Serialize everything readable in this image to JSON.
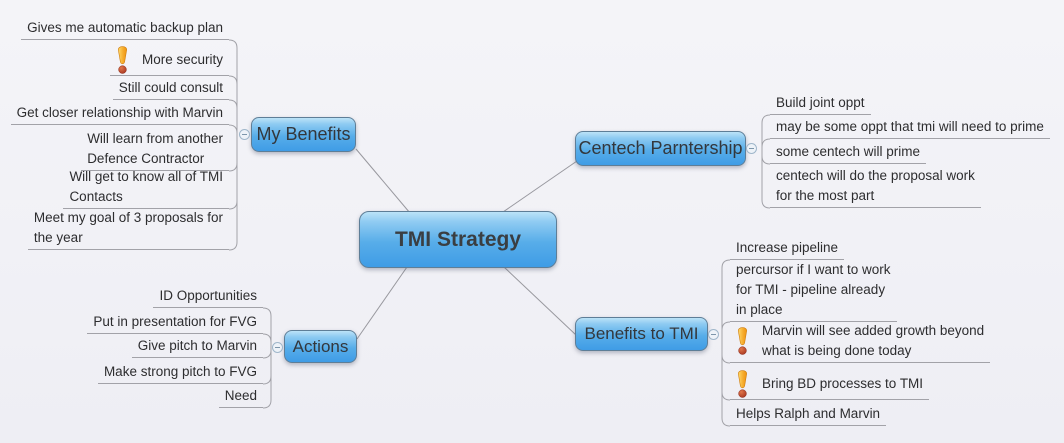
{
  "canvas": {
    "background": "#f1f1f6",
    "line_color": "#a2a2a8"
  },
  "icons": {
    "collapse_toggle": "minus-circle-icon",
    "priority_marker": "warning-exclamation-icon"
  },
  "colors": {
    "node_gradient_top": "#bce3f8",
    "node_gradient_bottom": "#3f9ce6",
    "node_border": "#5e7e97",
    "topic_text": "#2d2d2f",
    "warning_orange": "#f29a12",
    "warning_dot_red": "#a63b22"
  },
  "center": {
    "label": "TMI Strategy"
  },
  "branches": {
    "my_benefits": {
      "label": "My Benefits",
      "children": [
        {
          "text": "Gives me automatic backup plan"
        },
        {
          "text": "More security",
          "icon": "warning-icon"
        },
        {
          "text": "Still could consult"
        },
        {
          "text": "Get closer relationship with Marvin"
        },
        {
          "text": "Will learn from another\nDefence Contractor"
        },
        {
          "text": "Will get to know all of TMI\nContacts"
        },
        {
          "text": "Meet my goal of 3 proposals for\nthe year"
        }
      ]
    },
    "centech_partnership": {
      "label": "Centech Parntership",
      "children": [
        {
          "text": "Build joint oppt"
        },
        {
          "text": "may be some oppt that tmi will need to prime"
        },
        {
          "text": "some centech will prime"
        },
        {
          "text": "centech will do the proposal work\nfor the most part"
        }
      ]
    },
    "actions": {
      "label": "Actions",
      "children": [
        {
          "text": "ID Opportunities"
        },
        {
          "text": "Put in presentation for FVG"
        },
        {
          "text": "Give pitch to Marvin"
        },
        {
          "text": "Make strong pitch to FVG"
        },
        {
          "text": "Need"
        }
      ]
    },
    "benefits_to_tmi": {
      "label": "Benefits to TMI",
      "children": [
        {
          "text": "Increase pipeline"
        },
        {
          "text": "percursor if I want to work\nfor TMI - pipeline already\nin place"
        },
        {
          "text": "Marvin will see added growth beyond\nwhat is being done today",
          "icon": "warning-icon"
        },
        {
          "text": "Bring BD processes to TMI",
          "icon": "warning-icon"
        },
        {
          "text": "Helps Ralph and Marvin"
        }
      ]
    }
  }
}
